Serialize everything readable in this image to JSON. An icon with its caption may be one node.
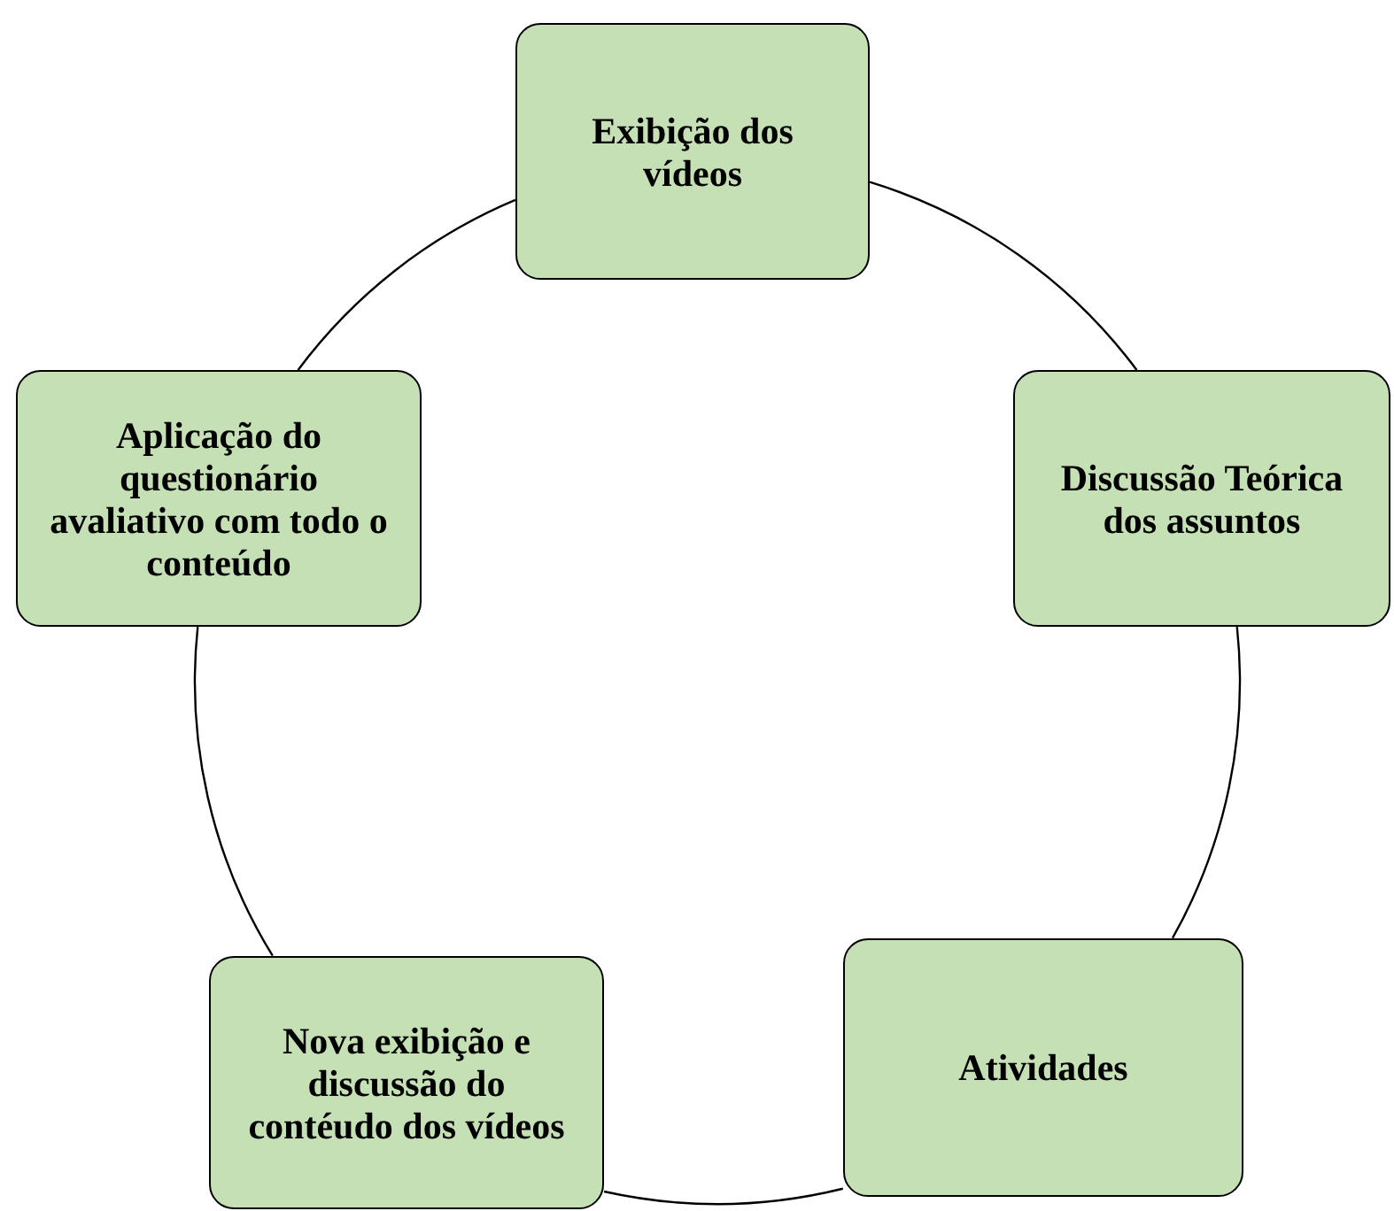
{
  "diagram": {
    "nodes": [
      {
        "text": [
          "Exibição dos vídeos"
        ]
      },
      {
        "text": [
          "Discussão Teórica dos assuntos"
        ]
      },
      {
        "text": [
          "Atividades"
        ]
      },
      {
        "text": [
          "Nova exibição e discussão do contéudo dos vídeos"
        ]
      },
      {
        "text": [
          "Aplicação do questionário avaliativo com todo o conteúdo"
        ]
      }
    ],
    "edges": [
      {
        "from": 0,
        "to": 1,
        "arrow": "none"
      },
      {
        "from": 1,
        "to": 2,
        "arrow": "none"
      },
      {
        "from": 2,
        "to": 3,
        "arrow": "none"
      },
      {
        "from": 3,
        "to": 4,
        "arrow": "none"
      },
      {
        "from": 4,
        "to": 0,
        "arrow": "none"
      }
    ]
  }
}
